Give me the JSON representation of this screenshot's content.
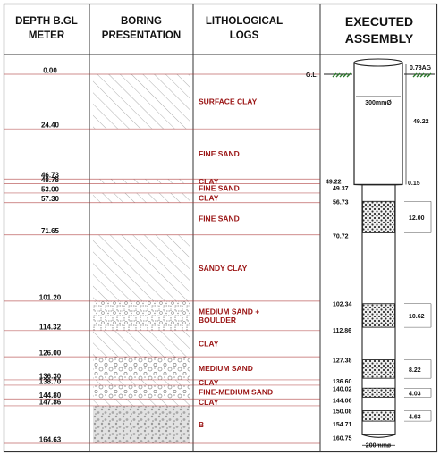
{
  "headers": {
    "depth": [
      "DEPTH B.GL",
      "METER"
    ],
    "boring": [
      "BORING",
      "PRESENTATION"
    ],
    "lith": [
      "LITHOLOGICAL",
      "LOGS"
    ],
    "assembly": [
      "EXECUTED",
      "ASSEMBLY"
    ]
  },
  "layers": [
    {
      "top": 0.0,
      "bottom": 24.4,
      "pattern": "hatch",
      "lines": [
        "SURFACE CLAY"
      ]
    },
    {
      "top": 24.4,
      "bottom": 46.73,
      "pattern": "none",
      "lines": [
        "FINE SAND"
      ]
    },
    {
      "top": 46.73,
      "bottom": 48.78,
      "pattern": "hatch",
      "lines": [
        "CLAY"
      ]
    },
    {
      "top": 48.78,
      "bottom": 53.0,
      "pattern": "none",
      "lines": [
        "FINE SAND"
      ]
    },
    {
      "top": 53.0,
      "bottom": 57.3,
      "pattern": "hatch",
      "lines": [
        "CLAY"
      ]
    },
    {
      "top": 57.3,
      "bottom": 71.65,
      "pattern": "none",
      "lines": [
        "FINE SAND"
      ]
    },
    {
      "top": 71.65,
      "bottom": 101.2,
      "pattern": "hatch",
      "lines": [
        "SANDY CLAY"
      ]
    },
    {
      "top": 101.2,
      "bottom": 114.32,
      "pattern": "boulder",
      "lines": [
        "MEDIUM SAND +",
        "BOULDER"
      ]
    },
    {
      "top": 114.32,
      "bottom": 126.0,
      "pattern": "hatch",
      "lines": [
        "CLAY"
      ]
    },
    {
      "top": 126.0,
      "bottom": 136.3,
      "pattern": "circles",
      "lines": [
        "MEDIUM SAND"
      ]
    },
    {
      "top": 136.3,
      "bottom": 138.7,
      "pattern": "hatch",
      "lines": [
        "CLAY"
      ]
    },
    {
      "top": 138.7,
      "bottom": 144.8,
      "pattern": "circles",
      "lines": [
        "FINE-MEDIUM SAND"
      ]
    },
    {
      "top": 144.8,
      "bottom": 147.86,
      "pattern": "hatch",
      "lines": [
        "CLAY"
      ]
    },
    {
      "top": 147.86,
      "bottom": 164.63,
      "pattern": "gravel",
      "lines": [
        "B"
      ]
    }
  ],
  "depth_labels": [
    "0.00",
    "24.40",
    "46.73",
    "48.78",
    "53.00",
    "57.30",
    "71.65",
    "101.20",
    "114.32",
    "126.00",
    "136.30",
    "138.70",
    "144.80",
    "147.86",
    "164.63"
  ],
  "assembly": {
    "ground_label": "G.L.",
    "above_ground": "0.78AG",
    "top_diameter": "300mmØ",
    "bottom_diameter": "200mmø",
    "housing_bottom": "49.22",
    "housing_length_label": "49.22",
    "reducer": "0.15",
    "pipe_start": "49.37",
    "screens": [
      {
        "top": 56.73,
        "bottom": 70.72,
        "top_label": "56.73",
        "bottom_label": "70.72",
        "length": "12.00"
      },
      {
        "top": 102.34,
        "bottom": 112.86,
        "top_label": "102.34",
        "bottom_label": "112.86",
        "length": "10.62"
      },
      {
        "top": 127.38,
        "bottom": 135.6,
        "top_label": "127.38",
        "bottom_label": "136.60",
        "length": "8.22"
      },
      {
        "top": 140.02,
        "bottom": 144.06,
        "top_label": "140.02",
        "bottom_label": "144.06",
        "length": "4.03"
      },
      {
        "top": 150.08,
        "bottom": 154.71,
        "top_label": "150.08",
        "bottom_label": "154.71",
        "length": "4.63"
      }
    ],
    "pipe_bottom": "160.75",
    "pipe_bottom_value": 160.75
  }
}
